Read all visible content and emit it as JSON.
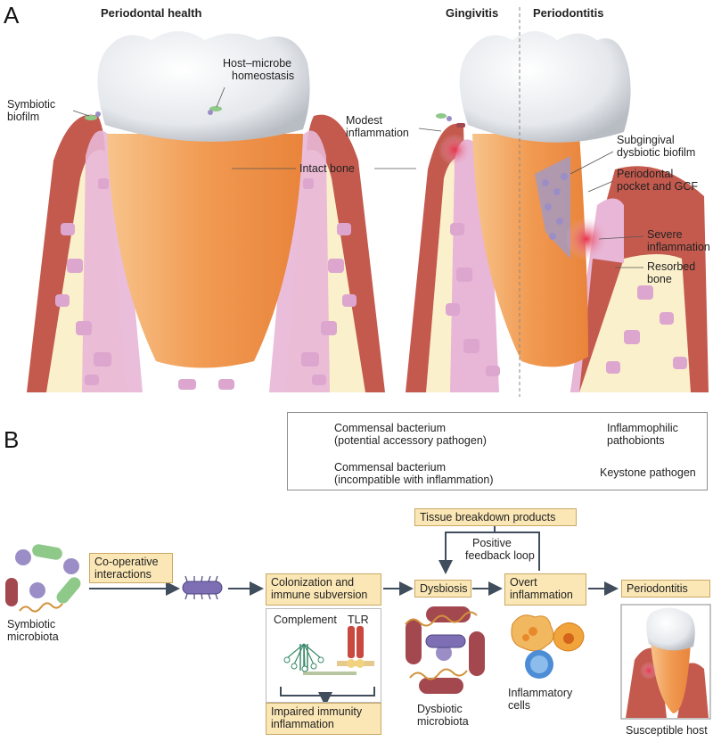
{
  "panel_a": {
    "letter": "A",
    "healthy_title": "Periodontal health",
    "gingivitis_title": "Gingivitis",
    "periodontitis_title": "Periodontitis",
    "symbiotic_biofilm": [
      "Symbiotic",
      "biofilm"
    ],
    "host_microbe": [
      "Host–microbe",
      "homeostasis"
    ],
    "intact_bone": "Intact bone",
    "modest_inflammation": [
      "Modest",
      "inflammation"
    ],
    "subgingival_biofilm": [
      "Subgingival",
      "dysbiotic biofilm"
    ],
    "periodontal_pocket": [
      "Periodontal",
      "pocket and GCF"
    ],
    "severe_inflammation": [
      "Severe",
      "inflammation"
    ],
    "resorbed_bone": [
      "Resorbed",
      "bone"
    ]
  },
  "panel_b": {
    "letter": "B",
    "legend": {
      "commensal_accessory": [
        "Commensal bacterium",
        "(potential accessory pathogen)"
      ],
      "commensal_incompatible": [
        "Commensal bacterium",
        "(incompatible with inflammation)"
      ],
      "pathobionts": [
        "Inflammophilic",
        "pathobionts"
      ],
      "keystone": "Keystone pathogen"
    },
    "flow": {
      "symbiotic_microbiota": [
        "Symbiotic",
        "microbiota"
      ],
      "cooperative": [
        "Co-operative",
        "interactions"
      ],
      "colonization": [
        "Colonization and",
        "immune subversion"
      ],
      "complement": "Complement",
      "tlr": "TLR",
      "impaired": [
        "Impaired immunity",
        "inflammation"
      ],
      "dysbiosis": "Dysbiosis",
      "dysbiotic_microbiota": [
        "Dysbiotic",
        "microbiota"
      ],
      "tissue_breakdown": "Tissue breakdown products",
      "positive_feedback": [
        "Positive",
        "feedback loop"
      ],
      "overt_inflammation": [
        "Overt",
        "inflammation"
      ],
      "inflammatory_cells": [
        "Inflammatory",
        "cells"
      ],
      "periodontitis": "Periodontitis",
      "susceptible_host": "Susceptible host"
    }
  },
  "colors": {
    "enamel": "#eef0f2",
    "dentin": "#f3a463",
    "gingiva": "#c45a4e",
    "bone": "#fbf0cc",
    "pdl": "#e8b6d6",
    "bone_spot": "#dca6cf",
    "accent_box": "#fbe7b5",
    "arrow": "#3f4d5c",
    "commensal_purple": "#9b8ec7",
    "commensal_green": "#8fc98a",
    "pathobiont": "#a4484f",
    "keystone": "#7e6fb5"
  }
}
